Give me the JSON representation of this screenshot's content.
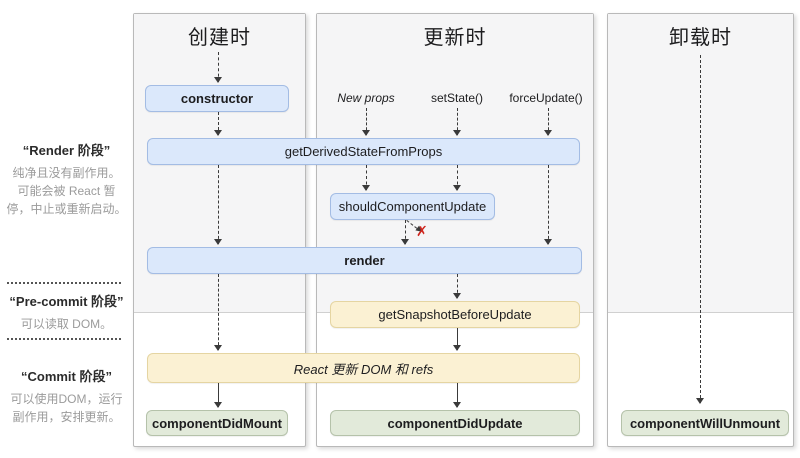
{
  "columns": [
    {
      "title": "创建时"
    },
    {
      "title": "更新时"
    },
    {
      "title": "卸载时"
    }
  ],
  "side_labels": [
    {
      "title": "“Render 阶段”",
      "desc": [
        "纯净且没有副作用。",
        "可能会被 React 暂",
        "停，中止或重新启动。"
      ]
    },
    {
      "title": "“Pre-commit 阶段”",
      "desc": [
        "可以读取 DOM。"
      ]
    },
    {
      "title": "“Commit 阶段”",
      "desc": [
        "可以使用DOM，运行",
        "副作用，安排更新。"
      ]
    }
  ],
  "nodes": {
    "constructor": "constructor",
    "new_props": "New props",
    "set_state": "setState()",
    "force_update": "forceUpdate()",
    "get_derived_state_from_props": "getDerivedStateFromProps",
    "should_component_update": "shouldComponentUpdate",
    "render": "render",
    "get_snapshot_before_update": "getSnapshotBeforeUpdate",
    "react_updates_dom": "React 更新 DOM 和 refs",
    "component_did_mount": "componentDidMount",
    "component_did_update": "componentDidUpdate",
    "component_will_unmount": "componentWillUnmount",
    "false_marker": "✗"
  },
  "colors": {
    "blue_fill": "#dbe8fb",
    "blue_border": "#a3bce4",
    "yellow_fill": "#fbf1d3",
    "yellow_border": "#e5d5a2",
    "green_fill": "#e2eada",
    "green_border": "#b5c2aa",
    "column_bg": "#f5f5f6",
    "column_border": "#b9b9b9",
    "phase_divider": "#d0d0d0",
    "text": "#1d1d1f",
    "subtext": "#9b9b9b",
    "arrow": "#3a3a3a",
    "red": "#d0251d"
  }
}
